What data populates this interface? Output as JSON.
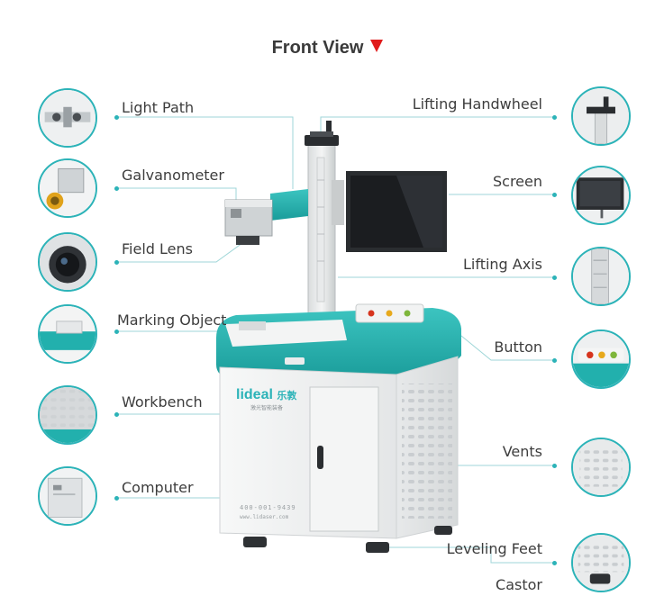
{
  "title": "Front View",
  "colors": {
    "accent": "#2cb3b8",
    "arrow": "#e01b1b",
    "machine_teal": "#22b0ad",
    "body_white": "#f2f3f3"
  },
  "brand": {
    "logo_text": "lideal",
    "logo_cn": "乐敦",
    "sub_cn": "激光智能装备",
    "phone": "400-001-9439",
    "web": "www.lidaser.com"
  },
  "labels_left": [
    "Light Path",
    "Galvanometer",
    "Field Lens",
    "Marking Object",
    "Workbench",
    "Computer"
  ],
  "labels_right": [
    "Lifting Handwheel",
    "Screen",
    "Lifting Axis",
    "Button",
    "Vents",
    "Leveling Feet",
    "Castor"
  ],
  "icons": {
    "light_path": "light-path-icon",
    "galvanometer": "galvanometer-icon",
    "field_lens": "field-lens-icon",
    "marking_object": "marking-object-icon",
    "workbench": "workbench-icon",
    "computer": "computer-icon",
    "handwheel": "handwheel-icon",
    "screen": "screen-icon",
    "lifting_axis": "lifting-axis-icon",
    "button": "button-icon",
    "vents": "vents-icon",
    "feet": "leveling-feet-icon"
  }
}
